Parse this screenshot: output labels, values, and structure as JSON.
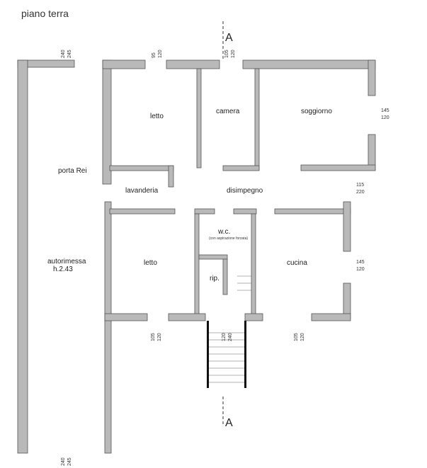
{
  "title": "piano terra",
  "section_mark": "A",
  "rooms": {
    "letto_top": "letto",
    "camera": "camera",
    "soggiorno": "soggiorno",
    "porta_rei": "porta Rei",
    "lavanderia": "lavanderia",
    "disimpegno": "disimpegno",
    "letto_bottom": "letto",
    "wc": "w.c.",
    "wc_note": "(con aspirazione forzata)",
    "rip": "rip.",
    "cucina": "cucina",
    "autorimessa": "autorimessa",
    "autorimessa_h": "h.2.43"
  },
  "dims": {
    "top_garage": [
      "240",
      "245"
    ],
    "top_1": [
      "95",
      "120"
    ],
    "top_2": [
      "105",
      "120"
    ],
    "right_1": [
      "145",
      "120"
    ],
    "right_2": [
      "115",
      "220"
    ],
    "right_3": [
      "145",
      "120"
    ],
    "bottom_1": [
      "105",
      "120"
    ],
    "bottom_stair": [
      "120",
      "240"
    ],
    "bottom_2": [
      "105",
      "120"
    ],
    "bottom_garage": [
      "240",
      "245"
    ]
  }
}
